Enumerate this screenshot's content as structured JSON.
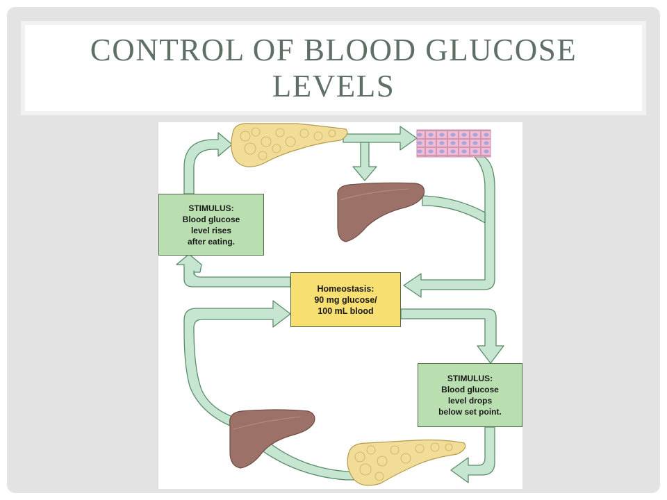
{
  "slide": {
    "title_line1": "CONTROL OF BLOOD GLUCOSE",
    "title_line2": "LEVELS"
  },
  "diagram": {
    "stimulus_high": {
      "line1": "STIMULUS:",
      "line2": "Blood glucose",
      "line3": "level rises",
      "line4": "after eating."
    },
    "homeostasis": {
      "line1": "Homeostasis:",
      "line2": "90 mg glucose/",
      "line3": "100 mL blood"
    },
    "stimulus_low": {
      "line1": "STIMULUS:",
      "line2": "Blood glucose",
      "line3": "level drops",
      "line4": "below set point."
    },
    "colors": {
      "arrow_fill": "#c6e6d2",
      "arrow_stroke": "#5a8a68",
      "stimulus_box": "#b9dfb0",
      "homeostasis_box": "#f7df72",
      "pancreas": "#f1dc98",
      "liver": "#9c7168",
      "cells": "#eeb6d2"
    }
  }
}
